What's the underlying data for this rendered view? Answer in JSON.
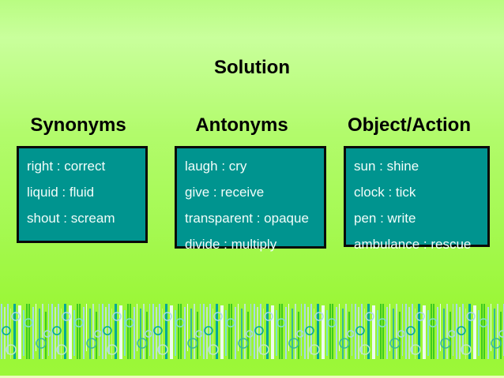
{
  "slide": {
    "title": "Solution",
    "columns": [
      {
        "header": "Synonyms",
        "items": [
          "right : correct",
          "liquid : fluid",
          "shout : scream"
        ]
      },
      {
        "header": "Antonyms",
        "items": [
          "laugh : cry",
          "give : receive",
          "transparent : opaque",
          "divide : multiply"
        ]
      },
      {
        "header": "Object/Action",
        "items": [
          "sun : shine",
          "clock : tick",
          "pen : write",
          "ambulance : rescue"
        ]
      }
    ],
    "colors": {
      "background_top": "#b9fc82",
      "background_bottom": "#9cf73a",
      "box_background": "#00948f",
      "box_border": "#0a0a0a",
      "box_text": "#f2fdfa",
      "heading_text": "#000000",
      "decor_teal": "#00a896",
      "decor_green": "#3ecb1f",
      "decor_white": "#eefbee",
      "decor_lightblue": "#a8d8ea"
    }
  }
}
